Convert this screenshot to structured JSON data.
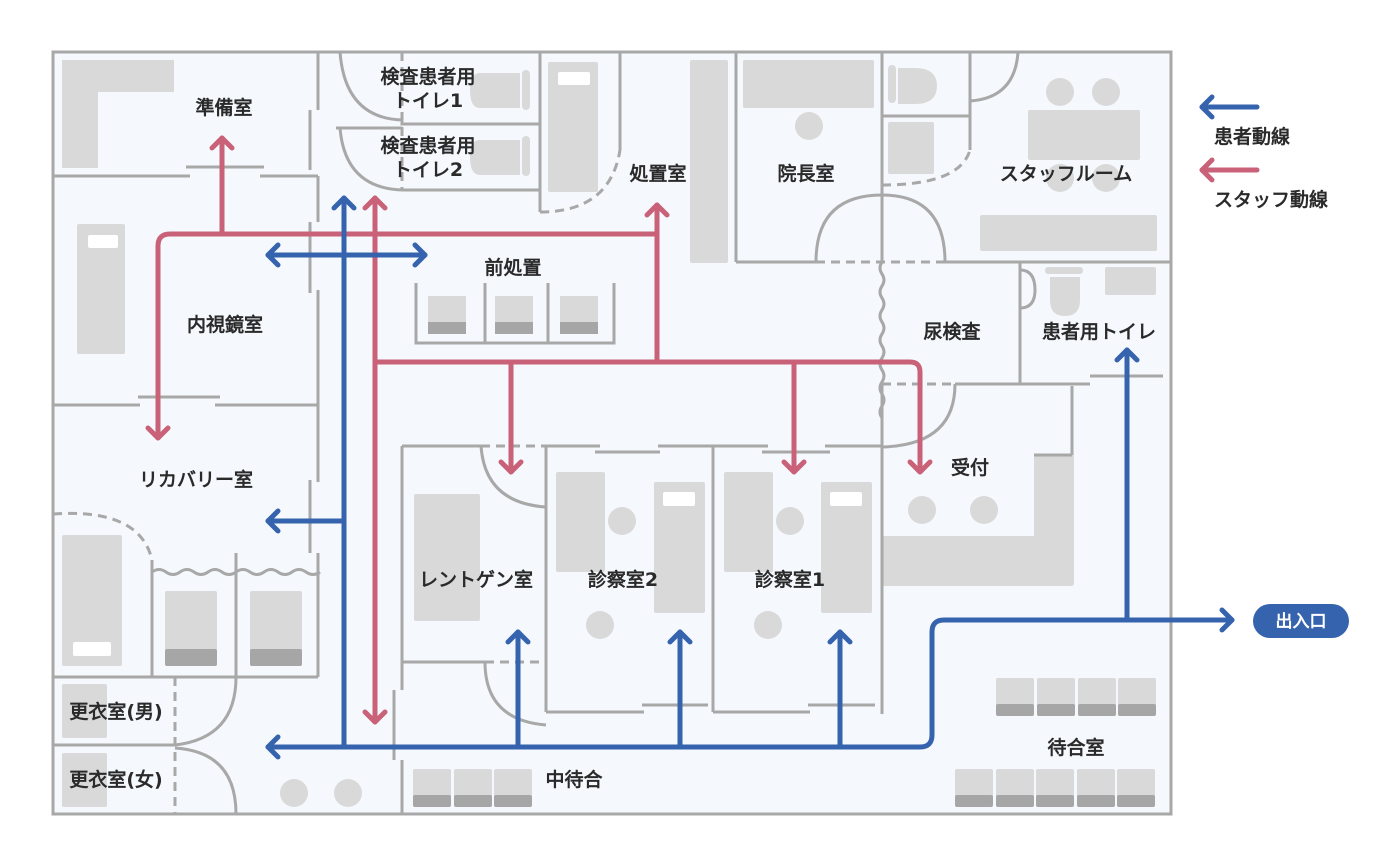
{
  "title": "クリニック平面図 動線",
  "colors": {
    "patient_flow": "#3563ad",
    "staff_flow": "#c96279",
    "wall": "#a8a8a8",
    "floor": "#f5f8fc",
    "furniture": "#d9d9d9"
  },
  "rooms": {
    "preparation": "準備室",
    "toilet1_line1": "検査患者用",
    "toilet1_line2": "トイレ1",
    "toilet2_line1": "検査患者用",
    "toilet2_line2": "トイレ2",
    "treatment": "処置室",
    "director": "院長室",
    "staff_room": "スタッフルーム",
    "pretreatment": "前処置",
    "endoscopy": "内視鏡室",
    "urine_test": "尿検査",
    "patient_toilet": "患者用トイレ",
    "recovery": "リカバリー室",
    "reception": "受付",
    "xray": "レントゲン室",
    "exam2": "診察室2",
    "exam1": "診察室1",
    "changing_men": "更衣室(男)",
    "changing_women": "更衣室(女)",
    "inner_waiting": "中待合",
    "waiting": "待合室"
  },
  "legend": {
    "patient_flow": "患者動線",
    "staff_flow": "スタッフ動線"
  },
  "entrance": {
    "label": "出入口"
  }
}
